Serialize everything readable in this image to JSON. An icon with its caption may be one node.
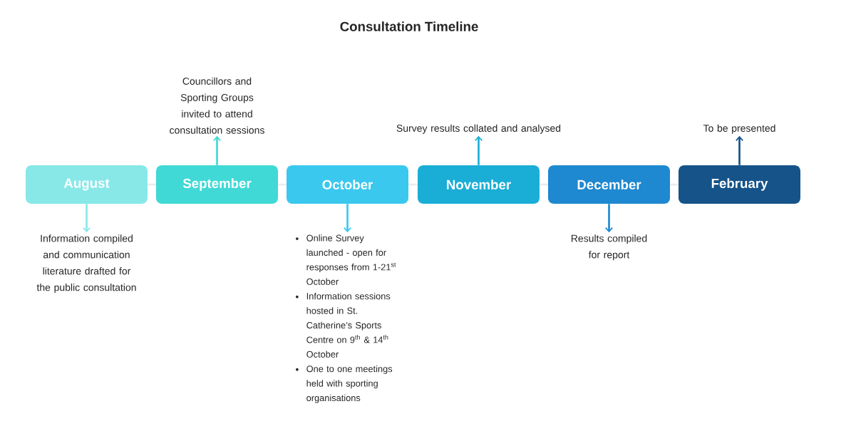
{
  "diagram": {
    "title": "Consultation Timeline",
    "nodes": [
      {
        "text": [
          "August"
        ]
      },
      {
        "text": [
          "September"
        ]
      },
      {
        "text": [
          "October"
        ]
      },
      {
        "text": [
          "November"
        ]
      },
      {
        "text": [
          "December"
        ]
      },
      {
        "text": [
          "February"
        ]
      },
      {
        "text": [
          "Information compiled and communication literature drafted for the public consultation"
        ]
      },
      {
        "text": [
          "Councillors and Sporting Groups invited to attend consultation sessions"
        ]
      },
      {
        "text": [
          "Online Survey launched - open for responses from 1-21$^{st}$ October",
          "Information sessions hosted in St. Catherine’s Sports Centre on 9$^{th}$ & 14$^{th}$ October",
          "One to one meetings held with sporting organisations"
        ]
      },
      {
        "text": [
          "Survey results collated and  analysed"
        ]
      },
      {
        "text": [
          "Results compiled for report"
        ]
      },
      {
        "text": [
          "To be presented"
        ]
      }
    ],
    "edges": [
      {
        "from": 0,
        "to": 1,
        "arrow": "none",
        "color": "#e9ebee"
      },
      {
        "from": 1,
        "to": 2,
        "arrow": "none",
        "color": "#e9ebee"
      },
      {
        "from": 2,
        "to": 3,
        "arrow": "none",
        "color": "#e9ebee"
      },
      {
        "from": 3,
        "to": 4,
        "arrow": "none",
        "color": "#e9ebee"
      },
      {
        "from": 4,
        "to": 5,
        "arrow": "none",
        "color": "#e9ebee"
      },
      {
        "from": 0,
        "to": 6,
        "arrow": "to",
        "color": "#88e8e8"
      },
      {
        "from": 1,
        "to": 7,
        "arrow": "to",
        "color": "#40d9d6"
      },
      {
        "from": 2,
        "to": 8,
        "arrow": "to",
        "color": "#3ac8ef"
      },
      {
        "from": 3,
        "to": 9,
        "arrow": "to",
        "color": "#1aaed6"
      },
      {
        "from": 4,
        "to": 10,
        "arrow": "to",
        "color": "#1e88d0"
      },
      {
        "from": 5,
        "to": 11,
        "arrow": "to",
        "color": "#155389"
      }
    ]
  }
}
